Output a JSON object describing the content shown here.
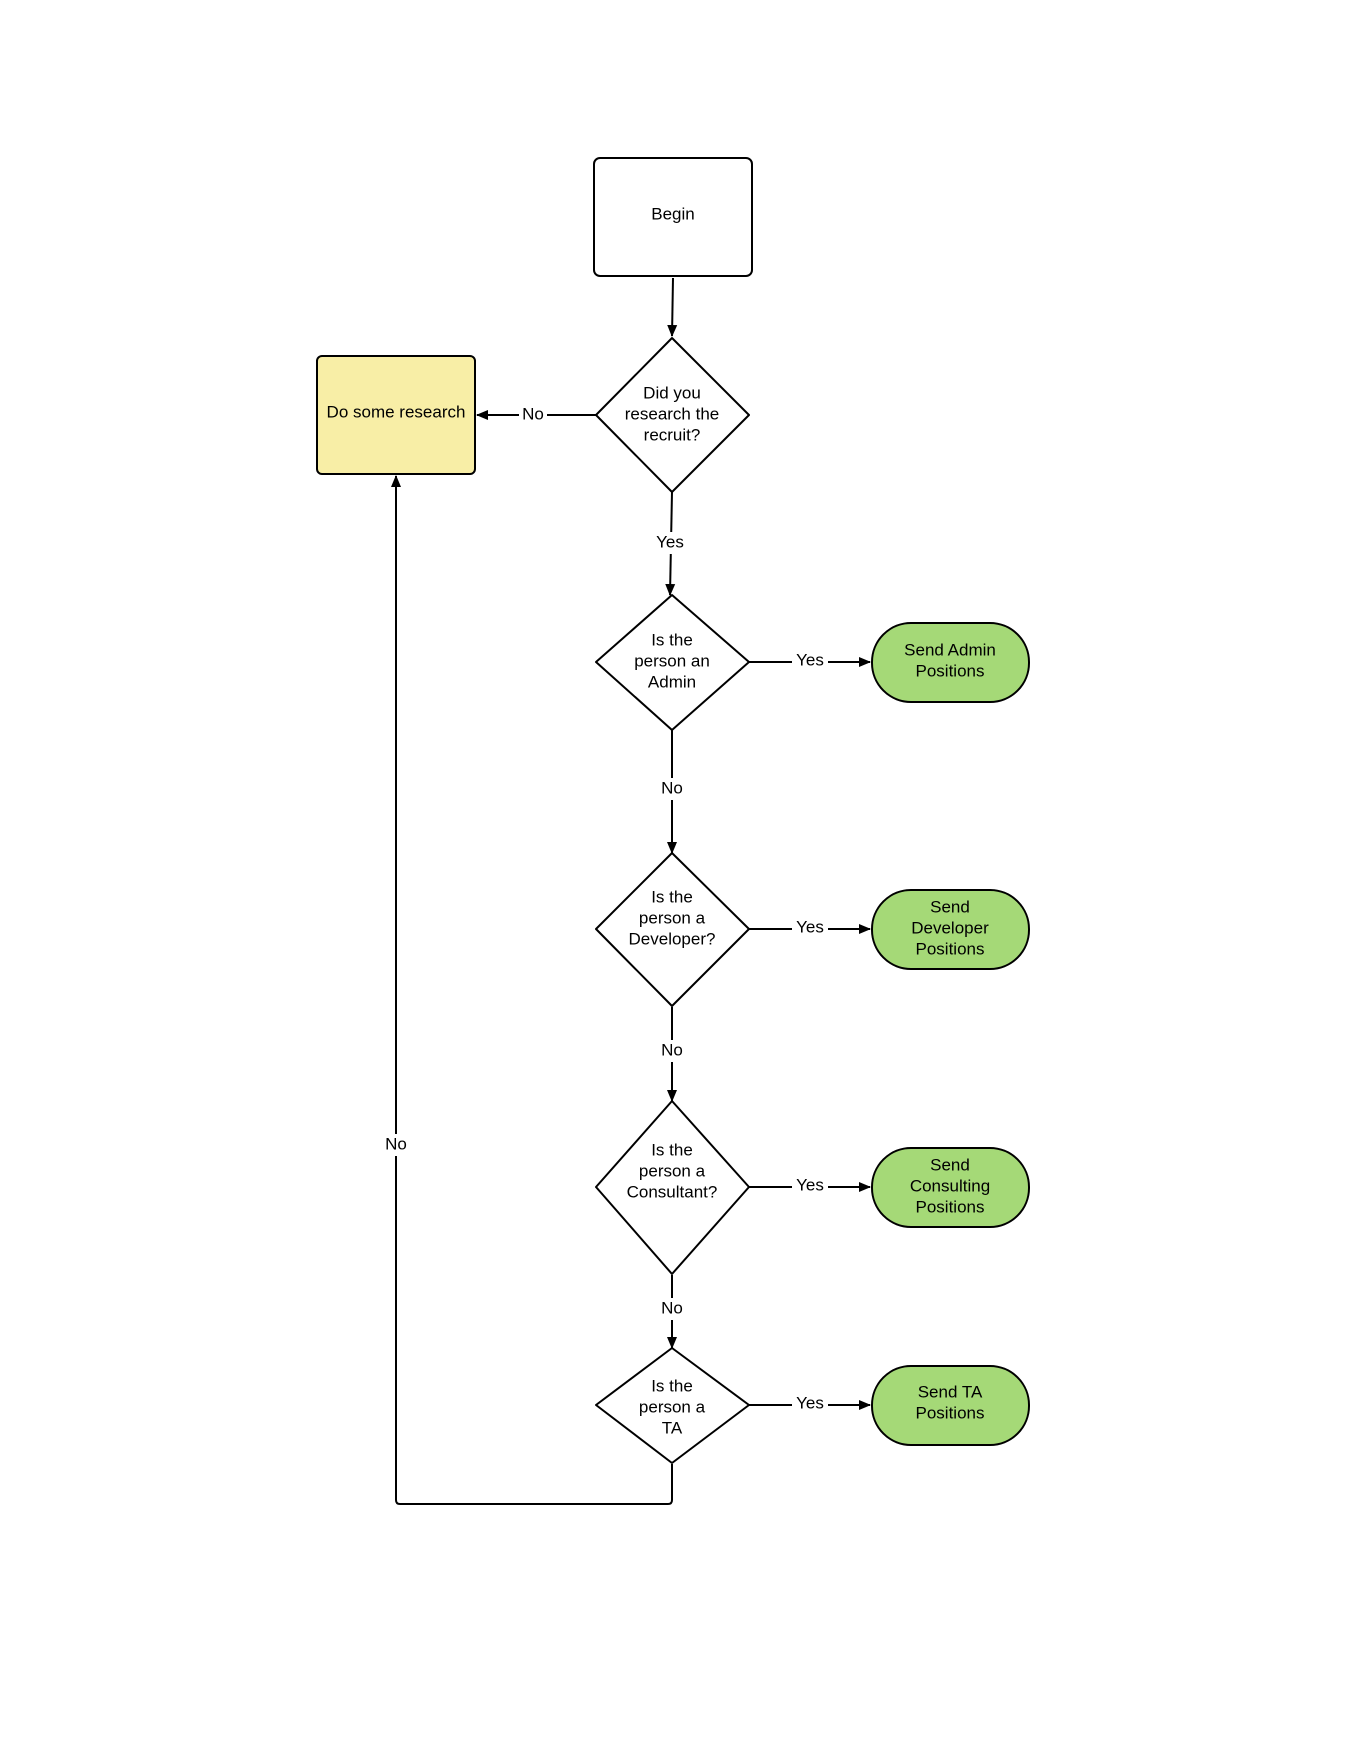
{
  "colors": {
    "research_fill": "#f8eea6",
    "terminal_fill": "#a5d977",
    "stroke": "#000000",
    "background": "#ffffff"
  },
  "nodes": {
    "begin": {
      "lines": [
        "Begin"
      ]
    },
    "q_research": {
      "lines": [
        "Did you",
        "research the",
        "recruit?"
      ]
    },
    "research": {
      "lines": [
        "Do some research"
      ]
    },
    "q_admin": {
      "lines": [
        "Is the",
        "person an",
        "Admin"
      ]
    },
    "q_developer": {
      "lines": [
        "Is the",
        "person a",
        "Developer?"
      ]
    },
    "q_consultant": {
      "lines": [
        "Is the",
        "person a",
        "Consultant?"
      ]
    },
    "q_ta": {
      "lines": [
        "Is the",
        "person a",
        "TA"
      ]
    },
    "send_admin": {
      "lines": [
        "Send Admin",
        "Positions"
      ]
    },
    "send_developer": {
      "lines": [
        "Send",
        "Developer",
        "Positions"
      ]
    },
    "send_consulting": {
      "lines": [
        "Send",
        "Consulting",
        "Positions"
      ]
    },
    "send_ta": {
      "lines": [
        "Send TA",
        "Positions"
      ]
    }
  },
  "edges": {
    "research_no": "No",
    "research_yes": "Yes",
    "admin_yes": "Yes",
    "admin_no": "No",
    "developer_yes": "Yes",
    "developer_no": "No",
    "consultant_yes": "Yes",
    "consultant_no": "No",
    "ta_yes": "Yes",
    "ta_no": "No"
  }
}
